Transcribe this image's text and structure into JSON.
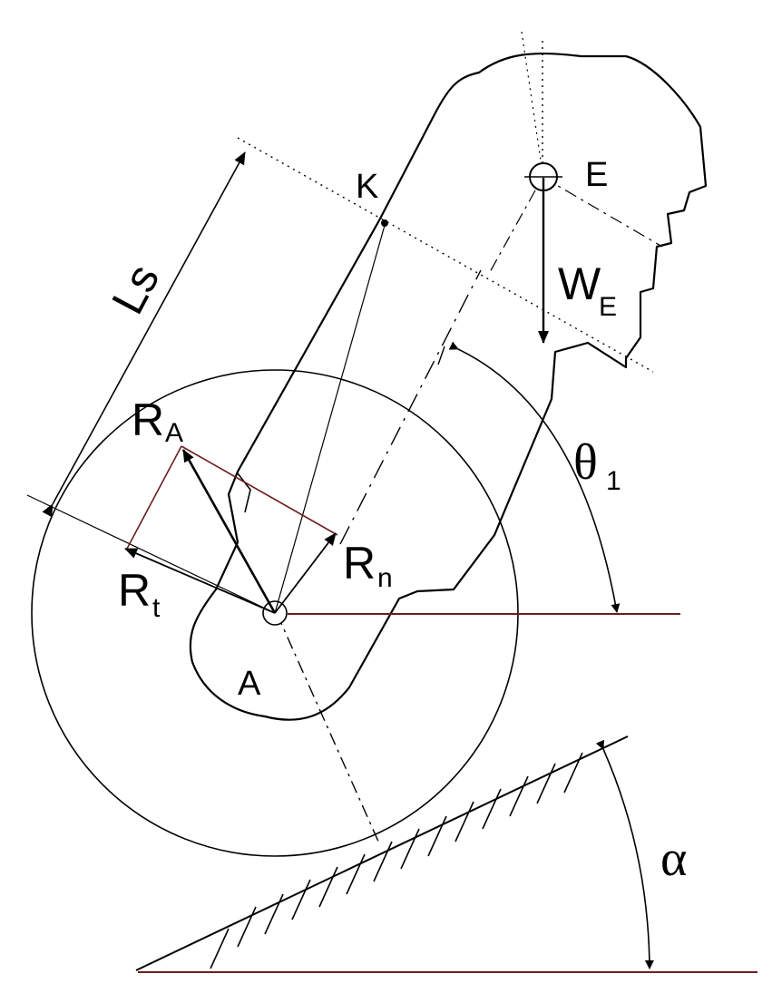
{
  "labels": {
    "Ls": "Ls",
    "K": "K",
    "E": "E",
    "W": "W",
    "W_sub": "E",
    "R_A": "R",
    "R_A_sub": "A",
    "R_n": "R",
    "R_n_sub": "n",
    "R_t": "R",
    "R_t_sub": "t",
    "A": "A",
    "theta": "θ",
    "theta_sub": "1",
    "alpha": "α"
  },
  "colors": {
    "ink": "#000000",
    "construction": "#6b1e1e",
    "background": "#ffffff"
  }
}
